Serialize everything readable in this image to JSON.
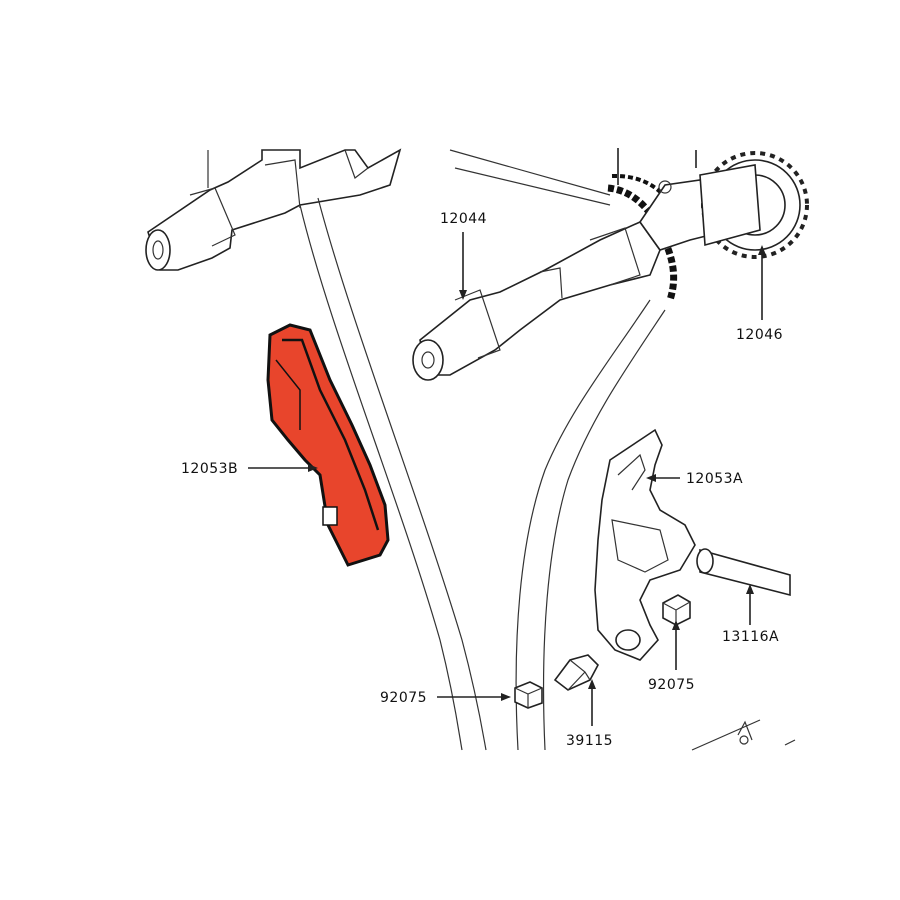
{
  "diagram": {
    "highlight_color": "#e8452c",
    "labels": {
      "camshaft_exhaust": "12044",
      "sprocket": "12046",
      "guide_front": "12053B",
      "guide_rear": "12053A",
      "pin": "13116A",
      "collar_left": "92075",
      "collar_right": "92075",
      "damper": "39115"
    }
  }
}
